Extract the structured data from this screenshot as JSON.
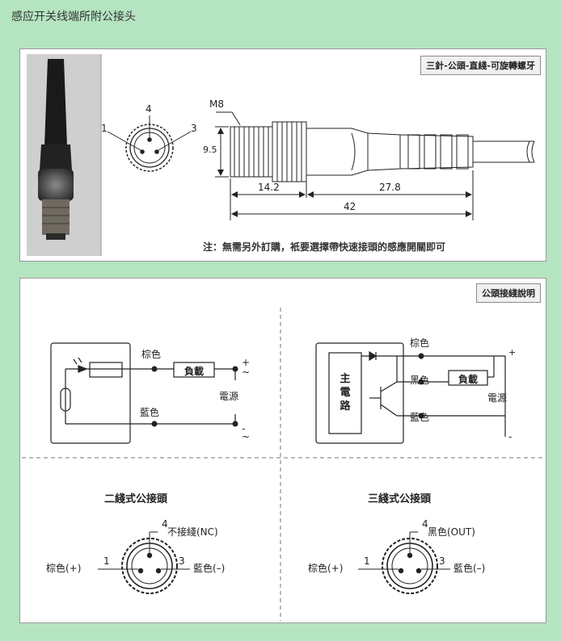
{
  "page": {
    "title": "感应开关线端所附公接头"
  },
  "top_panel": {
    "tag": "三針-公頭-直綫-可旋轉螺牙",
    "pin_numbers": {
      "p1": "1",
      "p3": "3",
      "p4": "4"
    },
    "thread": "M8",
    "dim_diameter": "9.5",
    "dim_a": "14.2",
    "dim_b": "27.8",
    "dim_total": "42",
    "note": "注：無需另外訂購，衹要選擇帶快速接頭的感應開關即可"
  },
  "bottom_panel": {
    "tag": "公頭接綫說明",
    "two_wire": {
      "brown": "棕色",
      "blue": "藍色",
      "load": "負載",
      "plus": "+",
      "tilde1": "~",
      "minus": "-",
      "tilde2": "~",
      "power": "電源"
    },
    "three_wire": {
      "brown": "棕色",
      "black": "黑色",
      "blue": "藍色",
      "load": "負載",
      "main_circuit": "主電路",
      "plus": "+",
      "minus": "-",
      "power": "電源"
    },
    "two_wire_head": {
      "title": "二綫式公接頭",
      "pin4_num": "4",
      "pin4_label": "不接綫(NC)",
      "pin1_num": "1",
      "pin1_label": "棕色(+)",
      "pin3_num": "3",
      "pin3_label": "藍色(–)"
    },
    "three_wire_head": {
      "title": "三綫式公接頭",
      "pin4_num": "4",
      "pin4_label": "黑色(OUT)",
      "pin1_num": "1",
      "pin1_label": "棕色(+)",
      "pin3_num": "3",
      "pin3_label": "藍色(–)"
    }
  }
}
